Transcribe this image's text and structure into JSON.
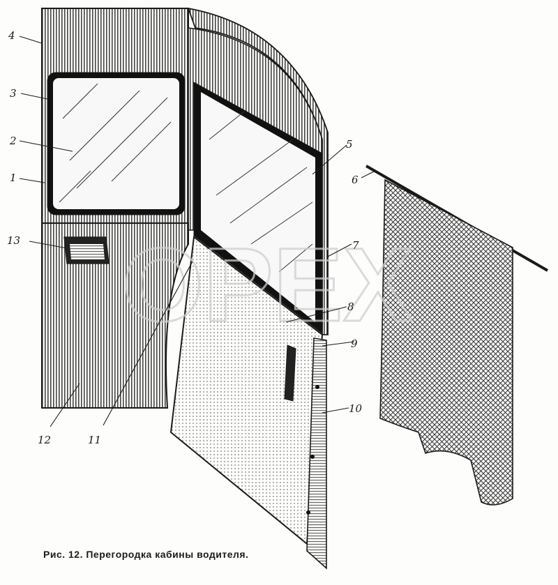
{
  "caption": "Рис. 12. Перегородка кабины водителя.",
  "callouts": {
    "c1": "1",
    "c2": "2",
    "c3": "3",
    "c4": "4",
    "c5": "5",
    "c6": "6",
    "c7": "7",
    "c8": "8",
    "c9": "9",
    "c10": "10",
    "c11": "11",
    "c12": "12",
    "c13": "13"
  },
  "watermark": "OPEX",
  "colors": {
    "ink": "#1a1a1a",
    "paper": "#fdfdfb",
    "watermark": "#cfcfcf"
  }
}
